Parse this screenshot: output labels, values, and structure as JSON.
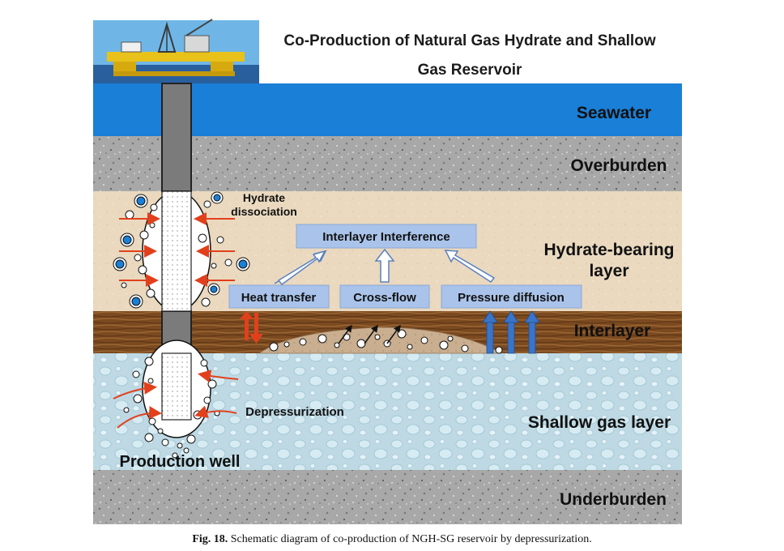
{
  "title_line1": "Co-Production of Natural Gas Hydrate and Shallow",
  "title_line2": "Gas Reservoir",
  "layers": {
    "seawater": "Seawater",
    "overburden": "Overburden",
    "hydrate_line1": "Hydrate-bearing",
    "hydrate_line2": "layer",
    "interlayer": "Interlayer",
    "shallow_gas": "Shallow gas layer",
    "underburden": "Underburden"
  },
  "labels": {
    "hydrate_dissociation_line1": "Hydrate",
    "hydrate_dissociation_line2": "dissociation",
    "depressurization": "Depressurization",
    "production_well": "Production well"
  },
  "boxes": {
    "interference": "Interlayer Interference",
    "heat_transfer": "Heat transfer",
    "cross_flow": "Cross-flow",
    "pressure_diffusion": "Pressure diffusion"
  },
  "caption": {
    "label": "Fig. 18.",
    "text": "Schematic diagram of co-production of NGH-SG reservoir by depressurization."
  },
  "colors": {
    "seawater": "#1a7fd6",
    "rock": "#a9a9a9",
    "hydrate": "#e9dcc3",
    "interlayer": "#7a4a22",
    "shallow_gas": "#bcd9e2",
    "box_fill": "#a9c3ea",
    "heat_arrow": "#e2401c",
    "pressure_arrow": "#3a74c8"
  }
}
